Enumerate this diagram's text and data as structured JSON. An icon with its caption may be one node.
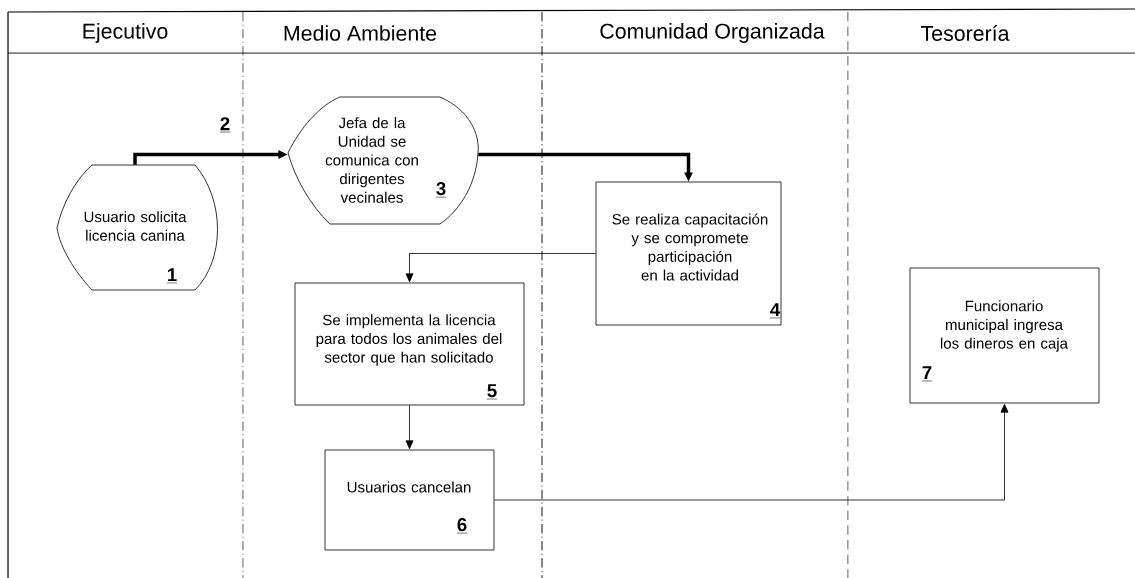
{
  "diagram": {
    "nodes": [
      {
        "text": [
          "Ejecutivo"
        ]
      },
      {
        "text": [
          "Medio Ambiente"
        ]
      },
      {
        "text": [
          "Comunidad Organizada"
        ]
      },
      {
        "text": [
          "Tesorería"
        ]
      },
      {
        "text": [
          "Usuario solicita licencia canina",
          "1"
        ]
      },
      {
        "text": [
          "Jefa de la Unidad se comunica con dirigentes vecinales",
          "3"
        ]
      },
      {
        "text": [
          "Se realiza capacitación y se compromete participación en la actividad",
          "4"
        ]
      },
      {
        "text": [
          "Se implementa la licencia para todos los animales del sector que han solicitado",
          "5"
        ]
      },
      {
        "text": [
          "Usuarios cancelan",
          "6"
        ]
      },
      {
        "text": [
          "Funcionario municipal ingresa los dineros en caja",
          "7"
        ]
      }
    ],
    "edges": [
      {
        "from": 4,
        "to": 5,
        "arrow": "to",
        "label": "2",
        "style": "thick"
      },
      {
        "from": 5,
        "to": 6,
        "arrow": "to",
        "style": "thick"
      },
      {
        "from": 6,
        "to": 7,
        "arrow": "to"
      },
      {
        "from": 7,
        "to": 8,
        "arrow": "to"
      },
      {
        "from": 8,
        "to": 9,
        "arrow": "to"
      }
    ]
  }
}
